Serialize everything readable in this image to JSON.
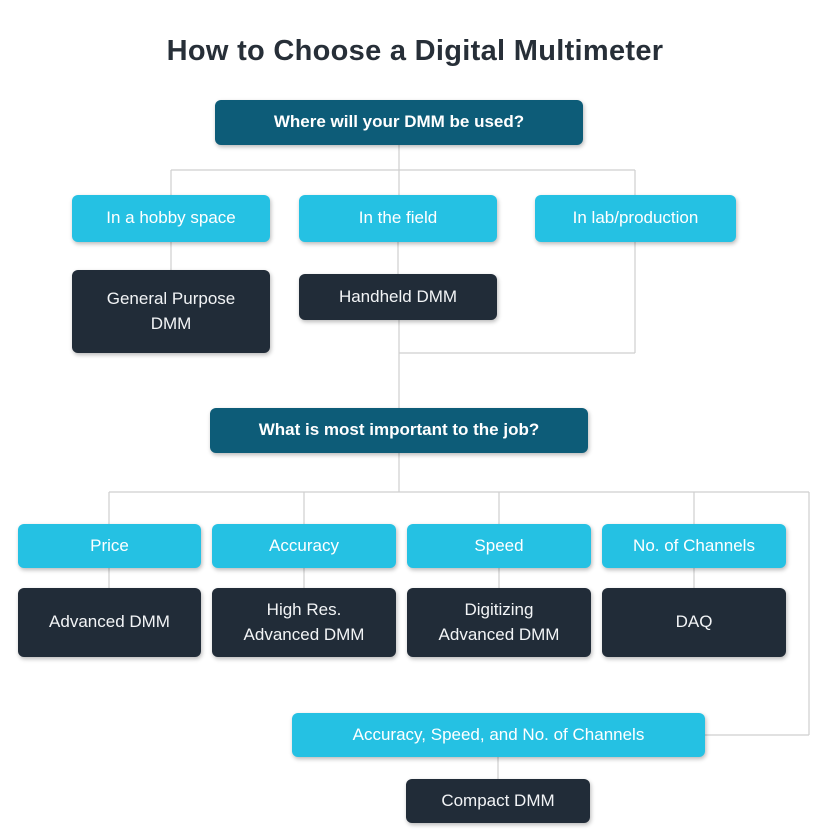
{
  "title": "How to Choose a Digital Multimeter",
  "colors": {
    "question-bg": "#0d5c78",
    "option-bg": "#25c1e3",
    "result-bg": "#212c38",
    "connector": "#cfcfcf",
    "title-text": "#272f38"
  },
  "nodes": {
    "q1": {
      "label": "Where will your DMM be used?",
      "type": "question"
    },
    "hobby": {
      "label": "In a hobby space",
      "type": "option"
    },
    "field": {
      "label": "In the field",
      "type": "option"
    },
    "lab": {
      "label": "In lab/production",
      "type": "option"
    },
    "general_purpose": {
      "label": "General Purpose\nDMM",
      "type": "result"
    },
    "handheld": {
      "label": "Handheld DMM",
      "type": "result"
    },
    "q2": {
      "label": "What is most important to the job?",
      "type": "question"
    },
    "price": {
      "label": "Price",
      "type": "option"
    },
    "accuracy": {
      "label": "Accuracy",
      "type": "option"
    },
    "speed": {
      "label": "Speed",
      "type": "option"
    },
    "channels": {
      "label": "No. of Channels",
      "type": "option"
    },
    "advanced": {
      "label": "Advanced DMM",
      "type": "result"
    },
    "high_res": {
      "label": "High Res.\nAdvanced DMM",
      "type": "result"
    },
    "digitizing": {
      "label": "Digitizing\nAdvanced DMM",
      "type": "result"
    },
    "daq": {
      "label": "DAQ",
      "type": "result"
    },
    "combo": {
      "label": "Accuracy, Speed, and No. of Channels",
      "type": "option"
    },
    "compact": {
      "label": "Compact DMM",
      "type": "result"
    }
  },
  "edges": [
    {
      "from": "q1",
      "to": "hobby"
    },
    {
      "from": "q1",
      "to": "field"
    },
    {
      "from": "q1",
      "to": "lab"
    },
    {
      "from": "hobby",
      "to": "general_purpose"
    },
    {
      "from": "field",
      "to": "handheld"
    },
    {
      "from": "lab",
      "to": "q2"
    },
    {
      "from": "q2",
      "to": "price"
    },
    {
      "from": "q2",
      "to": "accuracy"
    },
    {
      "from": "q2",
      "to": "speed"
    },
    {
      "from": "q2",
      "to": "channels"
    },
    {
      "from": "q2",
      "to": "combo"
    },
    {
      "from": "price",
      "to": "advanced"
    },
    {
      "from": "accuracy",
      "to": "high_res"
    },
    {
      "from": "speed",
      "to": "digitizing"
    },
    {
      "from": "channels",
      "to": "daq"
    },
    {
      "from": "combo",
      "to": "compact"
    }
  ]
}
